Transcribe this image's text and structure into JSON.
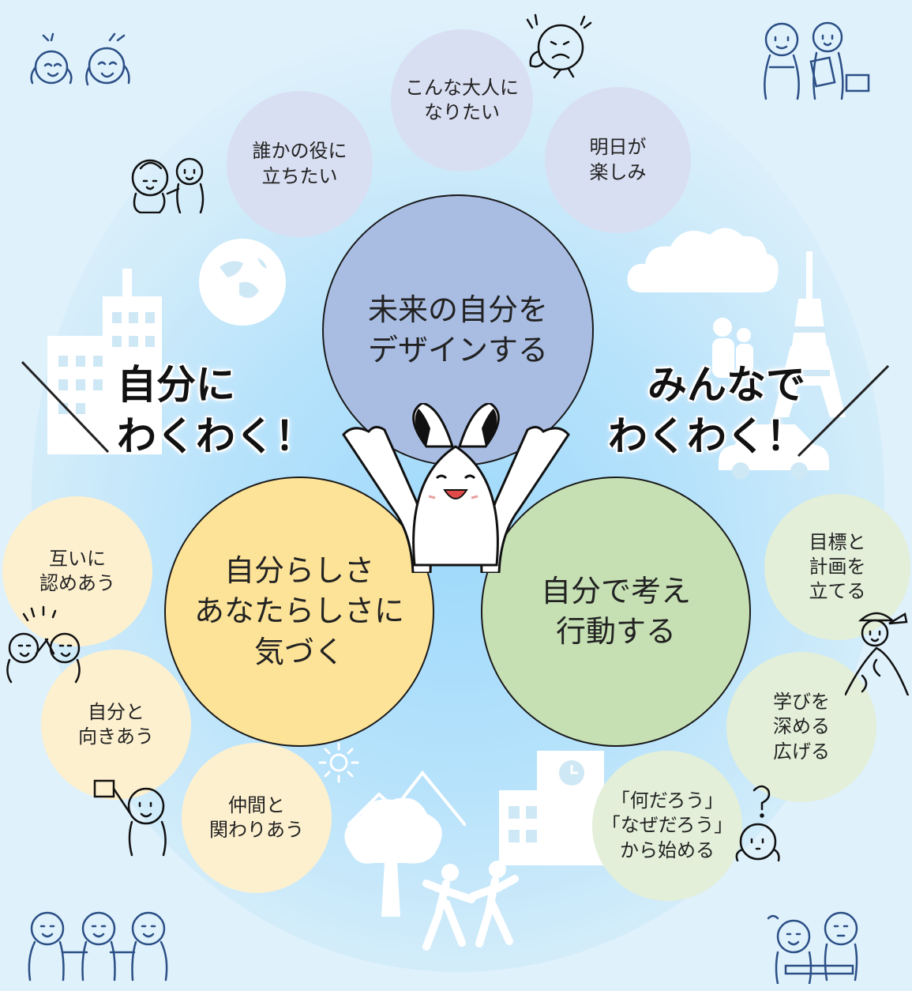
{
  "slogans": {
    "left": "自分に\nわくわく！",
    "right": "みんなで\nわくわく！"
  },
  "big_circles": {
    "top": "未来の自分を\nデザインする",
    "left": "自分らしさ\nあなたらしさに\n気づく",
    "right": "自分で考え\n行動する"
  },
  "small_circles": {
    "top_center": "こんな大人に\nなりたい",
    "top_left": "誰かの役に\n立ちたい",
    "top_right": "明日が\n楽しみ",
    "left_1": "互いに\n認めあう",
    "left_2": "自分と\n向きあう",
    "left_3": "仲間と\n関わりあう",
    "right_1": "目標と\n計画を\n立てる",
    "right_2": "学びを\n深める\n広げる",
    "right_3": "「何だろう」\n「なぜだろう」\nから始める"
  },
  "colors": {
    "big_top": "#a9bde3",
    "big_left": "#fde398",
    "big_right": "#c6e0b4",
    "small_purple": "#d9dff2",
    "small_yellow": "#fdf0cf",
    "small_green": "#e3efd9"
  },
  "icons": [
    "globe-icon",
    "building-icon",
    "tower-icon",
    "cloud-icon",
    "car-icon",
    "tree-icon",
    "school-icon",
    "sun-icon",
    "mountain-icon",
    "rabbit-mascot",
    "people-doodles"
  ]
}
